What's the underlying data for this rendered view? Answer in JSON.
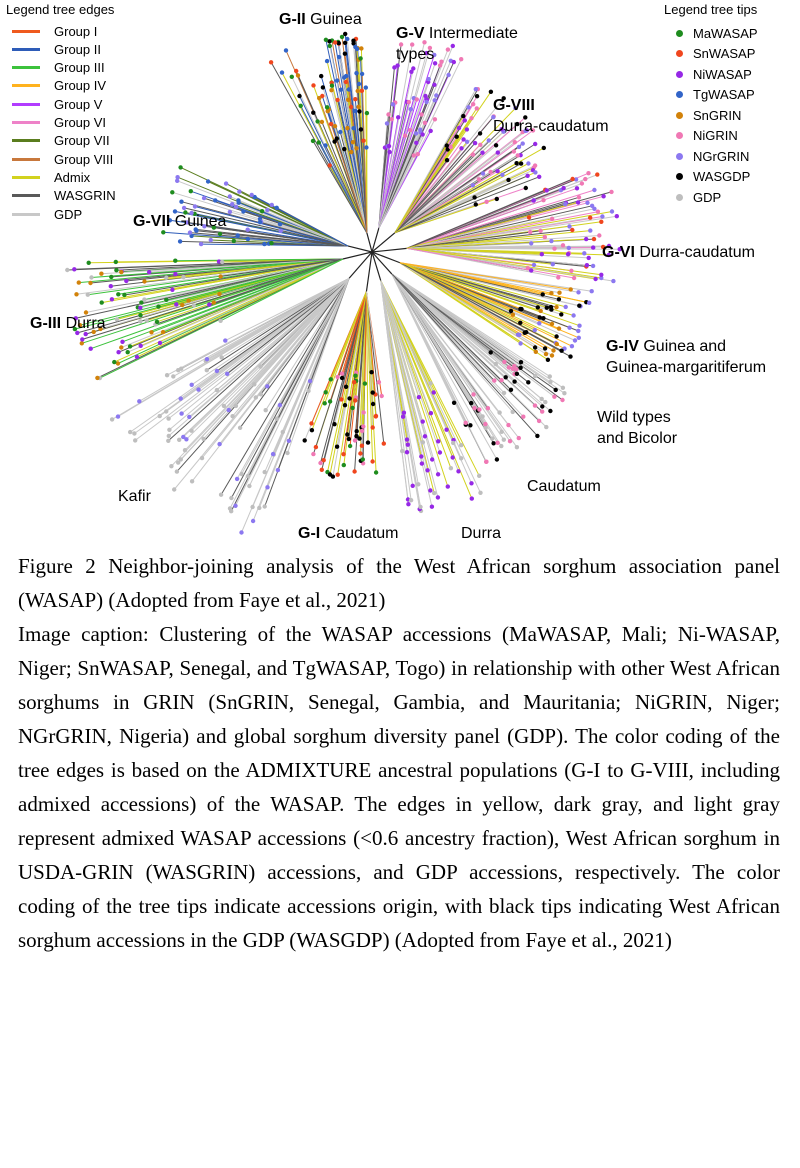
{
  "legend_edges": {
    "title": "Legend tree edges",
    "items": [
      {
        "label": "Group I",
        "color": "#ef5a1e"
      },
      {
        "label": "Group II",
        "color": "#2e5cb8"
      },
      {
        "label": "Group III",
        "color": "#3cc23c"
      },
      {
        "label": "Group IV",
        "color": "#ffb21e"
      },
      {
        "label": "Group V",
        "color": "#b23cff"
      },
      {
        "label": "Group VI",
        "color": "#ee82c8"
      },
      {
        "label": "Group VII",
        "color": "#5a7d1e"
      },
      {
        "label": "Group VIII",
        "color": "#c8783c"
      },
      {
        "label": "Admix",
        "color": "#d2d21e"
      },
      {
        "label": "WASGRIN",
        "color": "#595959"
      },
      {
        "label": "GDP",
        "color": "#c8c8c8"
      }
    ]
  },
  "legend_tips": {
    "title": "Legend tree tips",
    "items": [
      {
        "label": "MaWASAP",
        "color": "#1e8c1e"
      },
      {
        "label": "SnWASAP",
        "color": "#f0461e"
      },
      {
        "label": "NiWASAP",
        "color": "#9628e6"
      },
      {
        "label": "TgWASAP",
        "color": "#3264c8"
      },
      {
        "label": "SnGRIN",
        "color": "#d2820a"
      },
      {
        "label": "NiGRIN",
        "color": "#f078b4"
      },
      {
        "label": "NGrGRIN",
        "color": "#8c78f0"
      },
      {
        "label": "WASGDP",
        "color": "#000000"
      },
      {
        "label": "GDP",
        "color": "#bebebe"
      }
    ]
  },
  "clades": {
    "g2": {
      "code": "G-II",
      "name": "Guinea"
    },
    "g5": {
      "code": "G-V",
      "name": "Intermediate",
      "line2": "types"
    },
    "g8": {
      "code": "G-VIII",
      "line2": "Durra-caudatum"
    },
    "g7": {
      "code": "G-VII",
      "name": "Guinea"
    },
    "g6": {
      "code": "G-VI",
      "name": "Durra-caudatum"
    },
    "g3": {
      "code": "G-III",
      "name": "Durra"
    },
    "g4": {
      "code": "G-IV",
      "name": "Guinea and",
      "line2": "Guinea-margaritiferum"
    },
    "g1": {
      "code": "G-I",
      "name": "Caudatum"
    },
    "wild": {
      "line1": "Wild types",
      "line2": "and Bicolor"
    },
    "kafir": {
      "name": "Kafir"
    },
    "caudatum": {
      "name": "Caudatum"
    },
    "durra": {
      "name": "Durra"
    }
  },
  "caption": {
    "title": "Figure 2 Neighbor-joining analysis of the West African sorghum association panel (WASAP) (Adopted from Faye et al., 2021)",
    "body": "Image caption: Clustering of the WASAP accessions (MaWASAP, Mali; Ni-WASAP, Niger; SnWASAP, Senegal, and TgWASAP, Togo) in relationship with other West African sorghums in GRIN (SnGRIN, Senegal, Gambia, and Mauritania; NiGRIN, Niger; NGrGRIN, Nigeria) and global sorghum diversity panel (GDP). The color coding of the tree edges is based on the ADMIXTURE ancestral populations (G-I to G-VIII, including admixed accessions) of the WASAP. The edges in yellow, dark gray, and light gray represent admixed WASAP accessions (<0.6 ancestry fraction), West African sorghum in USDA-GRIN (WASGRIN) accessions, and GDP accessions, respectively. The color coding of the tree tips indicate accessions origin, with black tips indicating West African sorghum accessions in the GDP (WASGDP) (Adopted from Faye et al., 2021)"
  }
}
